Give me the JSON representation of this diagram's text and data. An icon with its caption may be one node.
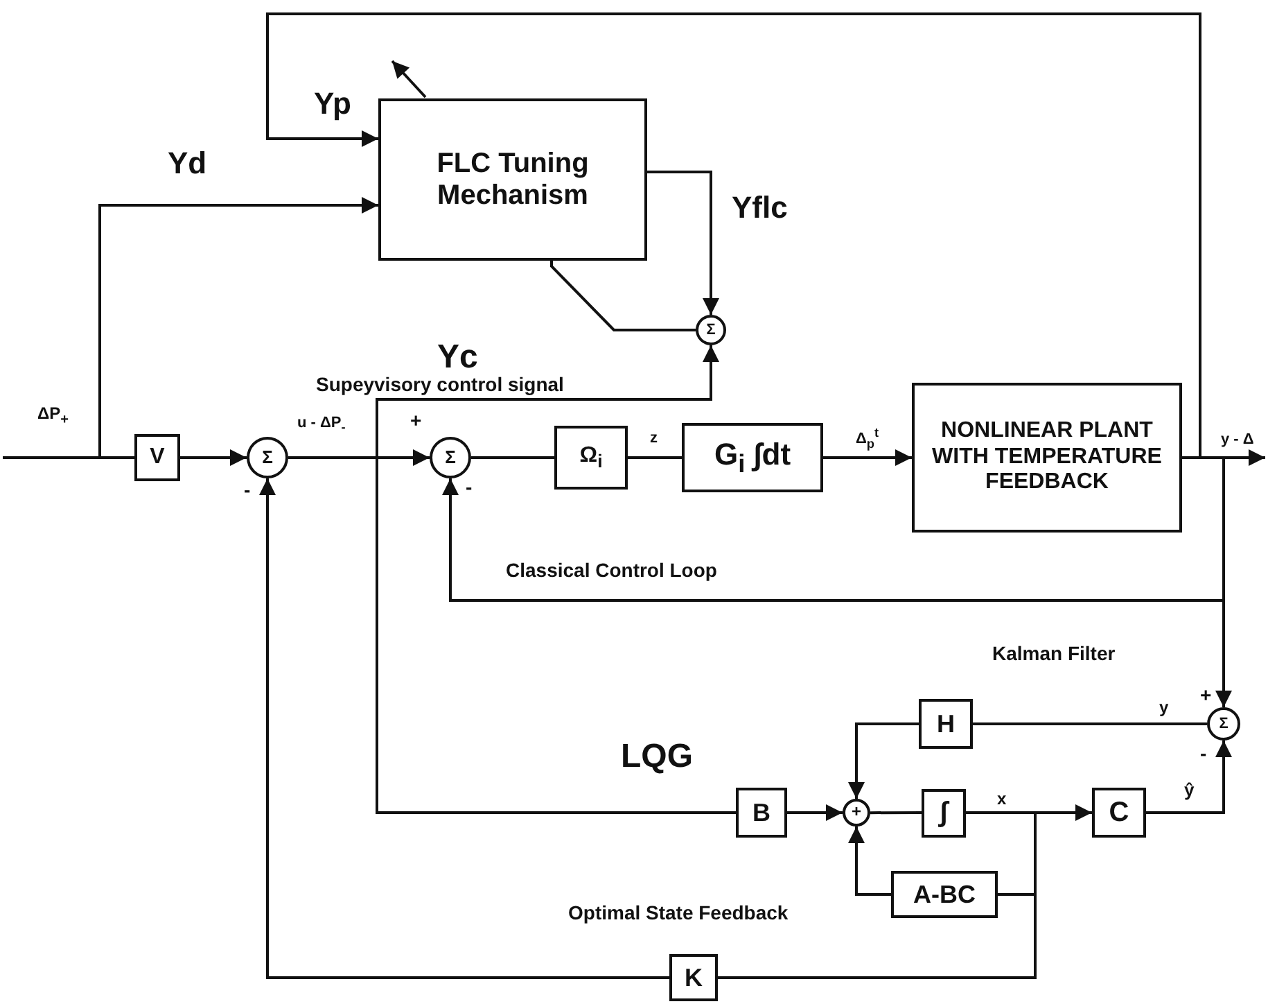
{
  "diagram": {
    "nodes": [
      {
        "text": [
          "FLC Tuning Mechanism"
        ]
      },
      {
        "text": [
          "Σ"
        ]
      },
      {
        "text": [
          "V"
        ]
      },
      {
        "text": [
          "Σ"
        ]
      },
      {
        "text": [
          "Σ"
        ]
      },
      {
        "text": [
          "Ω$_{i}$"
        ]
      },
      {
        "text": [
          "G$_{i}$ ∫dt"
        ]
      },
      {
        "text": [
          "NONLINEAR PLANT WITH TEMPERATURE FEEDBACK"
        ]
      },
      {
        "text": [
          "H"
        ]
      },
      {
        "text": [
          "Σ"
        ]
      },
      {
        "text": [
          "B"
        ]
      },
      {
        "text": [
          "+"
        ]
      },
      {
        "text": [
          "∫"
        ]
      },
      {
        "text": [
          "C"
        ]
      },
      {
        "text": [
          "A-BC"
        ]
      },
      {
        "text": [
          "K"
        ]
      }
    ],
    "edges": [
      {
        "from": null,
        "to": 2,
        "arrow": "none",
        "label": "ΔP$_{+}$"
      },
      {
        "from": null,
        "to": 0,
        "arrow": "to",
        "label": "Yd"
      },
      {
        "from": 7,
        "to": null,
        "arrow": "to",
        "label": "y - Δ"
      },
      {
        "from": 7,
        "to": 0,
        "arrow": "to",
        "label": "Yp"
      },
      {
        "from": 7,
        "to": 4,
        "arrow": "to"
      },
      {
        "from": 7,
        "to": 9,
        "arrow": "to"
      },
      {
        "from": 0,
        "to": 1,
        "arrow": "to",
        "label": "Yflc"
      },
      {
        "from": 0,
        "to": 1,
        "arrow": "none"
      },
      {
        "from": 2,
        "to": 3,
        "arrow": "to"
      },
      {
        "from": 3,
        "to": 4,
        "arrow": "to",
        "label": "u - ΔP$_{-}$"
      },
      {
        "from": 3,
        "to": 1,
        "arrow": "to",
        "label": "Yc"
      },
      {
        "from": 3,
        "to": 10,
        "arrow": "none"
      },
      {
        "from": 4,
        "to": 5,
        "arrow": "none"
      },
      {
        "from": 5,
        "to": 6,
        "arrow": "none",
        "label": "z"
      },
      {
        "from": 6,
        "to": 7,
        "arrow": "to",
        "label": "Δ$_{p}$$^{t}$"
      },
      {
        "from": 9,
        "to": 8,
        "arrow": "none",
        "label": "y"
      },
      {
        "from": 8,
        "to": 11,
        "arrow": "to"
      },
      {
        "from": 10,
        "to": 11,
        "arrow": "to"
      },
      {
        "from": 11,
        "to": 12,
        "arrow": "none"
      },
      {
        "from": 12,
        "to": 13,
        "arrow": "to",
        "label": "x"
      },
      {
        "from": 12,
        "to": 14,
        "arrow": "none"
      },
      {
        "from": 14,
        "to": 11,
        "arrow": "to"
      },
      {
        "from": 13,
        "to": 9,
        "arrow": "to",
        "label": "ŷ"
      },
      {
        "from": 12,
        "to": 15,
        "arrow": "none"
      },
      {
        "from": 15,
        "to": 3,
        "arrow": "to"
      }
    ],
    "labels": [
      "Supeyvisory control signal",
      "+",
      "-",
      "-",
      "Classical Control Loop",
      "Kalman Filter",
      "+",
      "-",
      "LQG",
      "Optimal State Feedback"
    ]
  }
}
